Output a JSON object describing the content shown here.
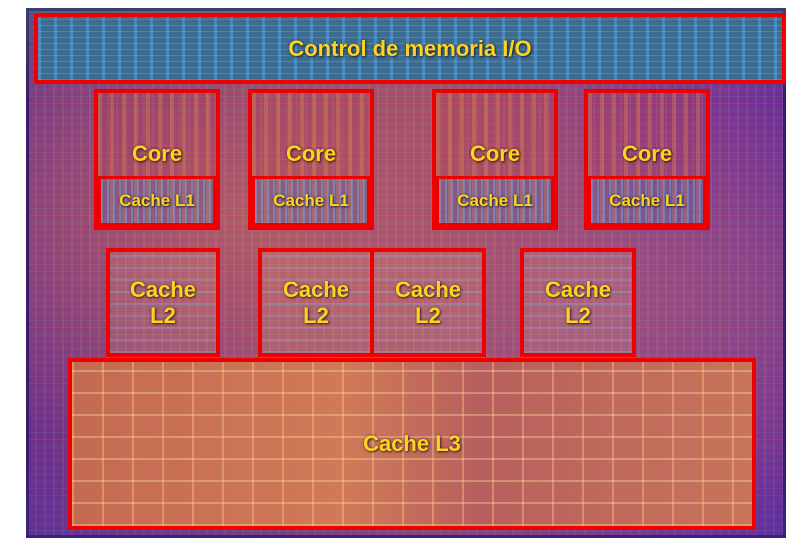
{
  "blocks": {
    "memory_controller": "Control de memoria I/O",
    "cores": [
      {
        "core": "Core",
        "l1": "Cache L1"
      },
      {
        "core": "Core",
        "l1": "Cache L1"
      },
      {
        "core": "Core",
        "l1": "Cache L1"
      },
      {
        "core": "Core",
        "l1": "Cache L1"
      }
    ],
    "l2": [
      {
        "line1": "Cache",
        "line2": "L2"
      },
      {
        "line1": "Cache",
        "line2": "L2"
      },
      {
        "line1": "Cache",
        "line2": "L2"
      },
      {
        "line1": "Cache",
        "line2": "L2"
      }
    ],
    "l3": "Cache L3"
  },
  "colors": {
    "outline": "#ee0000",
    "label": "#ffd21f"
  }
}
